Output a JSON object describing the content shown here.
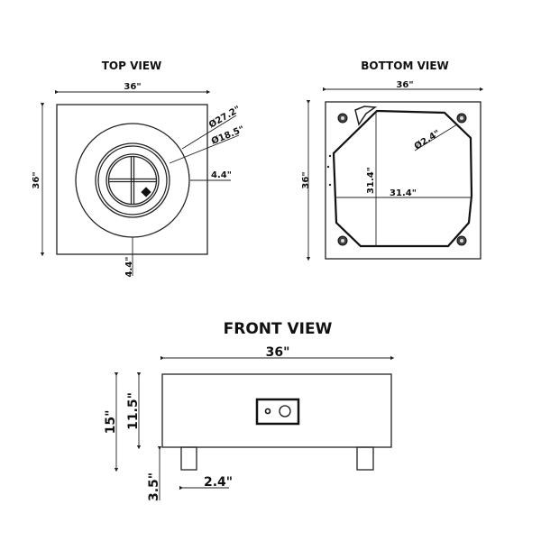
{
  "top_view": {
    "title": "TOP VIEW",
    "width": "36\"",
    "depth": "36\"",
    "outer_diameter": "Ø27.2\"",
    "inner_diameter": "Ø18.5\"",
    "side_margin": "4.4\"",
    "bottom_margin": "4.4\""
  },
  "bottom_view": {
    "title": "BOTTOM VIEW",
    "width": "36\"",
    "depth": "36\"",
    "opening_height": "31.4\"",
    "opening_width": "31.4\"",
    "foot_diameter": "Ø2.4\""
  },
  "front_view": {
    "title": "FRONT VIEW",
    "width": "36\"",
    "total_height": "15\"",
    "body_height": "11.5\"",
    "leg_height": "3.5\"",
    "leg_width": "2.4\""
  },
  "colors": {
    "line": "#222222",
    "background": "#ffffff"
  }
}
